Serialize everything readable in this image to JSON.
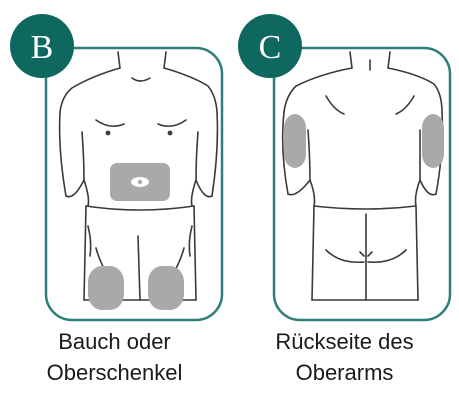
{
  "colors": {
    "frame": "#2f7f78",
    "badge": "#0f6860",
    "outline": "#3a3a3a",
    "zone": "#a9a9a9",
    "caption": "#1a1a1a"
  },
  "panels": [
    {
      "letter": "B",
      "caption_line1": "Bauch oder",
      "caption_line2": "Oberschenkel"
    },
    {
      "letter": "C",
      "caption_line1": "Rückseite des",
      "caption_line2": "Oberarms"
    }
  ]
}
